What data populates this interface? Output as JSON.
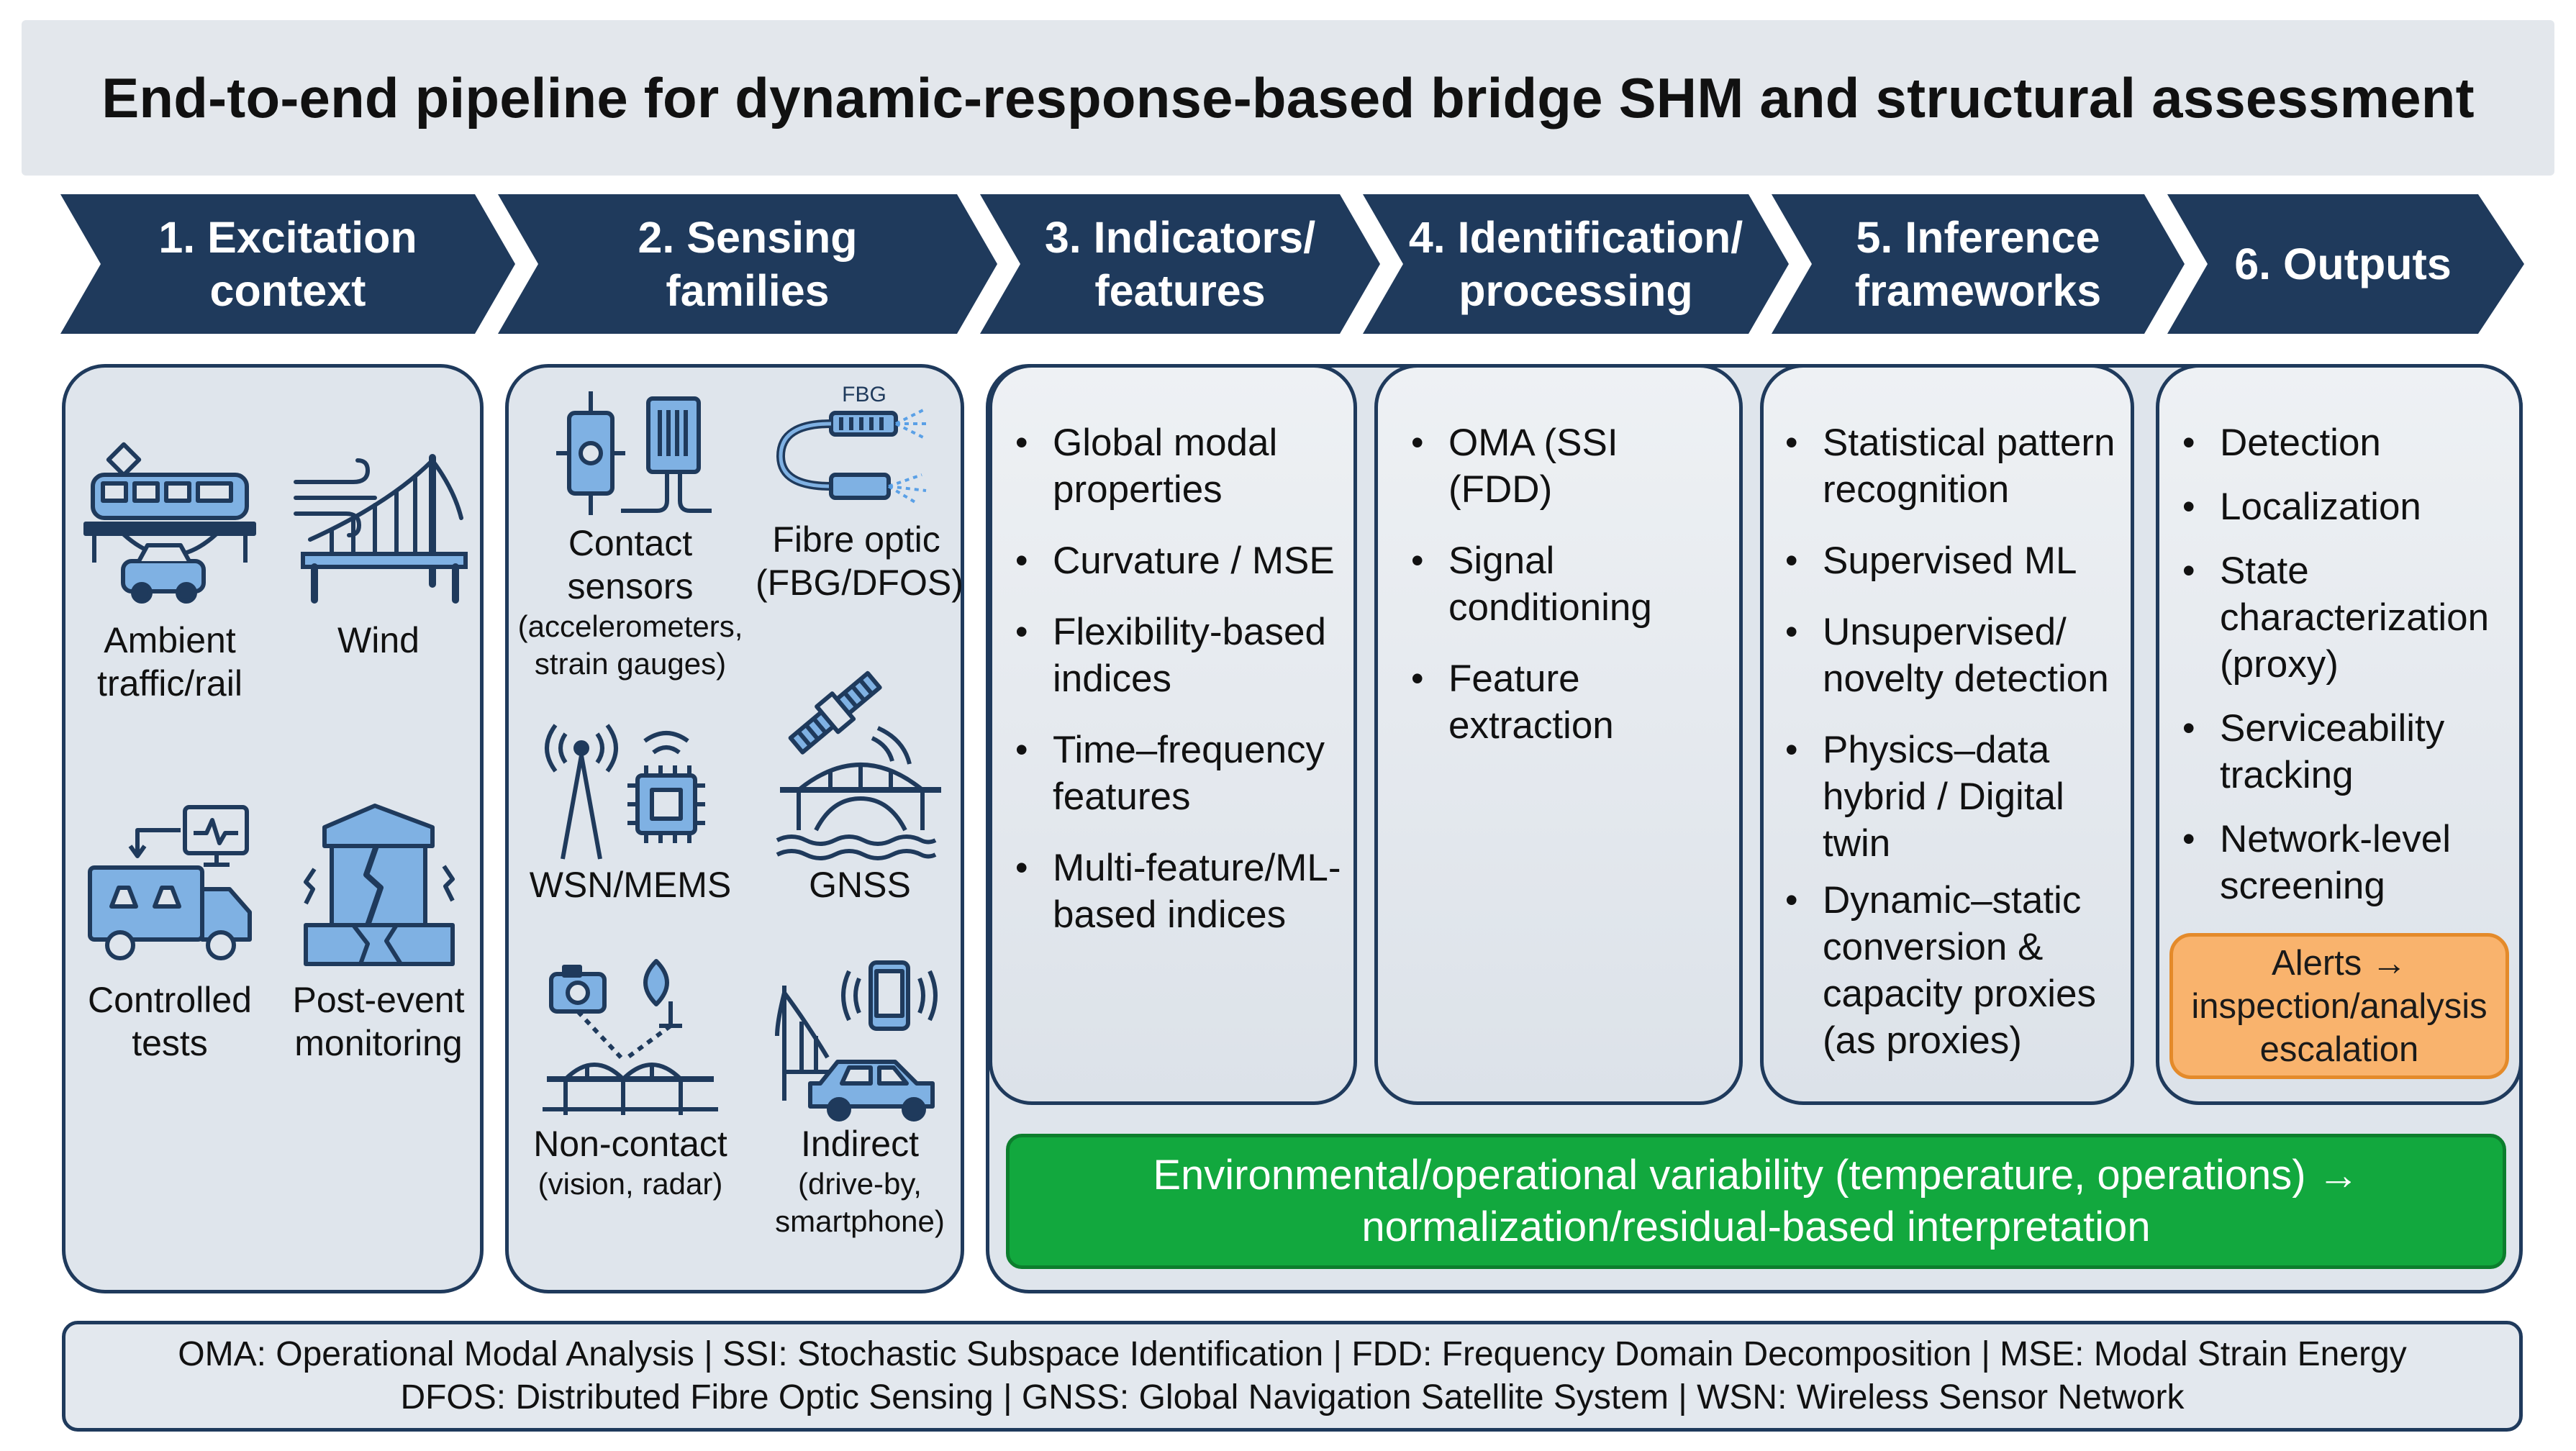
{
  "title": "End-to-end pipeline for dynamic-response-based bridge SHM and structural assessment",
  "stages": [
    {
      "label": "1. Excitation\ncontext"
    },
    {
      "label": "2. Sensing\nfamilies"
    },
    {
      "label": "3. Indicators/\nfeatures"
    },
    {
      "label": "4. Identification/\nprocessing"
    },
    {
      "label": "5. Inference\nframeworks"
    },
    {
      "label": "6. Outputs"
    }
  ],
  "excitation": {
    "ambient": "Ambient\ntraffic/rail",
    "wind": "Wind",
    "controlled": "Controlled\ntests",
    "post_event": "Post-event\nmonitoring"
  },
  "sensing": {
    "contact": "Contact\nsensors",
    "contact_sub": "(accelerometers,\nstrain gauges)",
    "fbg_tag": "FBG",
    "fibre": "Fibre optic\n(FBG/DFOS)",
    "wsn": "WSN/MEMS",
    "gnss": "GNSS",
    "noncontact": "Non-contact",
    "noncontact_sub": "(vision, radar)",
    "indirect": "Indirect",
    "indirect_sub": "(drive-by,\nsmartphone)"
  },
  "indicators": [
    "Global modal\nproperties",
    "Curvature / MSE",
    "Flexibility-based\nindices",
    "Time–frequency\nfeatures",
    "Multi-feature/ML-\nbased indices"
  ],
  "identification": [
    "OMA (SSI\n(FDD)",
    "Signal\nconditioning",
    "Feature\nextraction"
  ],
  "inference": [
    "Statistical pattern\nrecognition",
    "Supervised ML",
    "Unsupervised/\nnovelty detection",
    "Physics–data\nhybrid / Digital\ntwin",
    "Dynamic–static\nconversion &\ncapacity proxies\n(as proxies)"
  ],
  "outputs": [
    "Detection",
    "Localization",
    "State\ncharacterization\n(proxy)",
    "Serviceability\ntracking",
    "Network-level\nscreening"
  ],
  "alert": "Alerts →\ninspection/analysis\nescalation",
  "environment": "Environmental/operational variability (temperature, operations) →\nnormalization/residual-based interpretation",
  "footer": {
    "line1": "OMA: Operational Modal Analysis | SSI: Stochastic Subspace Identification | FDD: Frequency Domain Decomposition | MSE: Modal Strain Energy",
    "line2": "DFOS: Distributed Fibre Optic Sensing | GNSS: Global Navigation Satellite System | WSN: Wireless Sensor Network"
  },
  "colors": {
    "chevron": "#1f3a5c",
    "panel_border": "#1f3a5c",
    "icon_fill": "#7fb1e3",
    "icon_stroke": "#1f3a5c",
    "env_green": "#12a83e",
    "alert_orange": "#f9b36d"
  },
  "icons": [
    "train-bridge-icon",
    "car-icon",
    "wind-bridge-icon",
    "test-truck-icon",
    "cracked-building-icon",
    "accelerometer-icon",
    "strain-gauge-icon",
    "fibre-optic-icon",
    "wsn-tower-icon",
    "mems-chip-icon",
    "satellite-icon",
    "gnss-bridge-icon",
    "camera-icon",
    "radar-dish-icon",
    "vision-bridge-icon",
    "smartphone-icon",
    "drive-by-car-icon"
  ]
}
